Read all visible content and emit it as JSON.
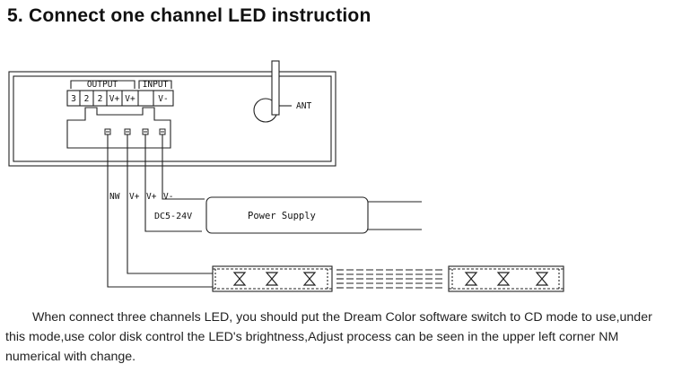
{
  "title": "5. Connect one channel LED instruction",
  "controller": {
    "output_label": "OUTPUT",
    "input_label": "INPUT",
    "terminals": [
      "3",
      "2",
      "2",
      "V+",
      "V+",
      "V-"
    ],
    "antenna_label": "ANT"
  },
  "wires": {
    "labels": [
      "NW",
      "V+",
      "V+",
      "V-"
    ]
  },
  "power_supply": {
    "label": "Power Supply",
    "voltage": "DC5-24V"
  },
  "caption": "When connect three channels LED, you should put the Dream Color software switch to CD mode to use,under this mode,use color disk control the LED's brightness,Adjust process can be seen in the upper left corner NM numerical with change.",
  "colors": {
    "line": "#222222",
    "text": "#111111",
    "background": "#ffffff"
  }
}
